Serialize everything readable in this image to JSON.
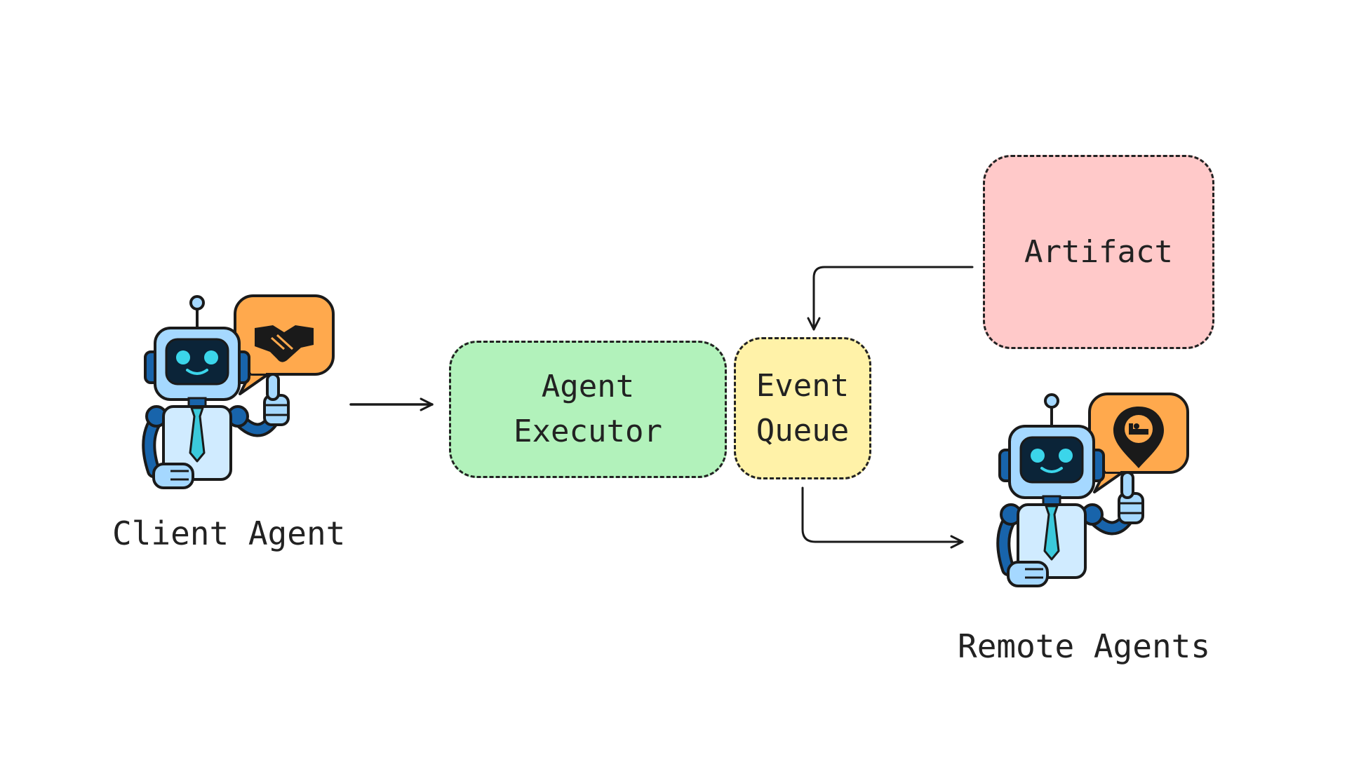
{
  "diagram": {
    "nodes": {
      "agent_executor": {
        "line1": "Agent",
        "line2": "Executor",
        "color": "#b2f2bb"
      },
      "event_queue": {
        "line1": "Event",
        "line2": "Queue",
        "color": "#fff2a8"
      },
      "artifact": {
        "label": "Artifact",
        "color": "#ffc9c9"
      }
    },
    "client_agent": {
      "label": "Client Agent",
      "bubble_icon": "handshake-icon"
    },
    "remote_agents": {
      "label": "Remote Agents",
      "bubble_icon": "hotel-location-pin-icon"
    },
    "edges": [
      {
        "from": "client_agent",
        "to": "agent_executor"
      },
      {
        "from": "artifact",
        "to": "event_queue"
      },
      {
        "from": "event_queue",
        "to": "remote_agents"
      }
    ],
    "colors": {
      "robot_body": "#a5d8ff",
      "robot_dark": "#1864ab",
      "robot_face": "#0b2438",
      "robot_eyes": "#3bd5ea",
      "bubble": "#ffa94d",
      "stroke": "#1a1a1a"
    }
  }
}
